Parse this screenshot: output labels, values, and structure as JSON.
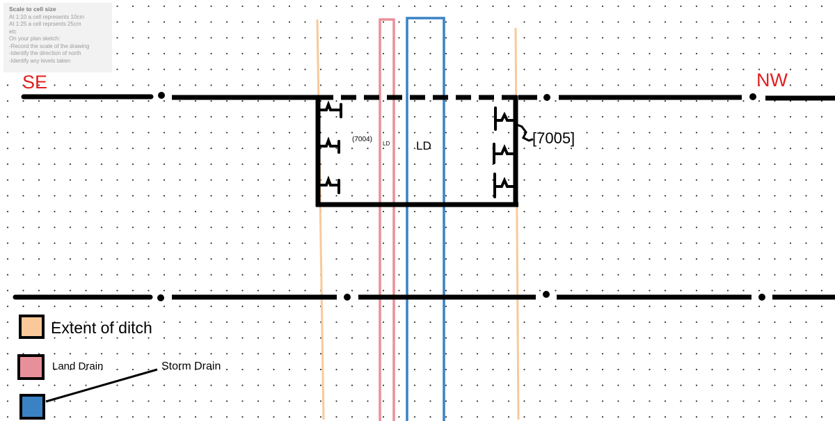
{
  "note": {
    "title": "Scale to cell size",
    "lines": [
      "At 1:10 a cell represents 10cm",
      "At 1:25 a cell reprsents 25cm",
      "etc",
      "On your plan sketch:",
      "-Record the scale of the drawing",
      "-Identify  the  direction of north",
      "-Identify any levels taken"
    ]
  },
  "directions": {
    "left": "SE",
    "right": "NW"
  },
  "contexts": {
    "fill": "(7004)",
    "land_drain": "LD",
    "storm_drain": "LD",
    "cut": "[7005]"
  },
  "legend": [
    {
      "label": "Extent of ditch",
      "color": "#f9c99a"
    },
    {
      "label": "Land Drain",
      "color": "#e8909a"
    },
    {
      "label": "Storm Drain",
      "color": "#3a82c4"
    }
  ],
  "colors": {
    "ditch": "#f9c99a",
    "land_drain": "#e8909a",
    "storm_drain": "#3a82c4",
    "labels_red": "#e02020",
    "ink": "#000000"
  }
}
